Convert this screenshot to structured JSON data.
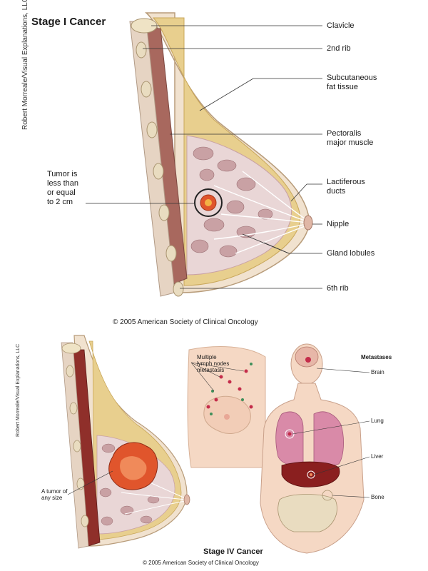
{
  "stage1": {
    "title": "Stage I Cancer",
    "credit": "Robert Morreale/Visual Explanations, LLC",
    "copyright": "© 2005 American Society of Clinical Oncology",
    "labels": {
      "clavicle": "Clavicle",
      "rib2": "2nd rib",
      "subcut1": "Subcutaneous",
      "subcut2": "fat tissue",
      "pect1": "Pectoralis",
      "pect2": "major muscle",
      "lact1": "Lactiferous",
      "lact2": "ducts",
      "nipple": "Nipple",
      "lobules": "Gland lobules",
      "rib6": "6th rib",
      "tumor1": "Tumor is",
      "tumor2": "less than",
      "tumor3": "or equal",
      "tumor4": "to 2 cm"
    }
  },
  "stage4": {
    "title": "Stage IV Cancer",
    "credit": "Robert Morreale/Visual Explanations, LLC",
    "copyright": "© 2005 American Society of Clinical Oncology",
    "labels": {
      "lymph1": "Multiple",
      "lymph2": "lymph nodes",
      "lymph3": "metastasis",
      "metastases": "Metastases",
      "brain": "Brain",
      "lung": "Lung",
      "liver": "Liver",
      "bone": "Bone",
      "tumor1": "A tumor of",
      "tumor2": "any size"
    }
  },
  "colors": {
    "fat": "#e8cf8e",
    "fat_dark": "#c9a75a",
    "muscle": "#a8685e",
    "lobule": "#c9a1a4",
    "tumor": "#e0552c",
    "skin": "#f5d8c4",
    "bone": "#e9dcc0",
    "lung": "#d98aa8",
    "liver": "#8a1f1f"
  }
}
